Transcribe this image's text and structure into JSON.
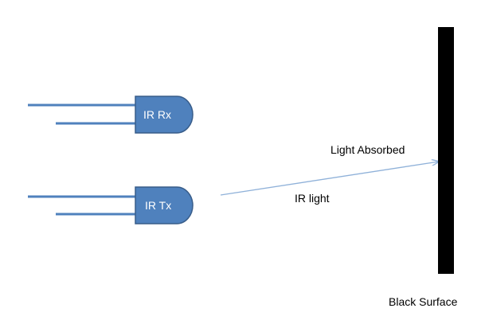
{
  "diagram": {
    "receiver_label": "IR Rx",
    "transmitter_label": "IR Tx",
    "absorbed_label": "Light Absorbed",
    "beam_label": "IR light",
    "surface_label": "Black Surface"
  },
  "colors": {
    "led_fill": "#4f81bd",
    "led_stroke": "#385d8a",
    "lead": "#4f81bd",
    "beam": "#8fb1d9",
    "surface": "#000000",
    "led_text": "#ffffff",
    "text": "#000000"
  },
  "icons": {
    "receiver": "led-icon",
    "transmitter": "led-icon",
    "beam": "arrow-icon"
  }
}
